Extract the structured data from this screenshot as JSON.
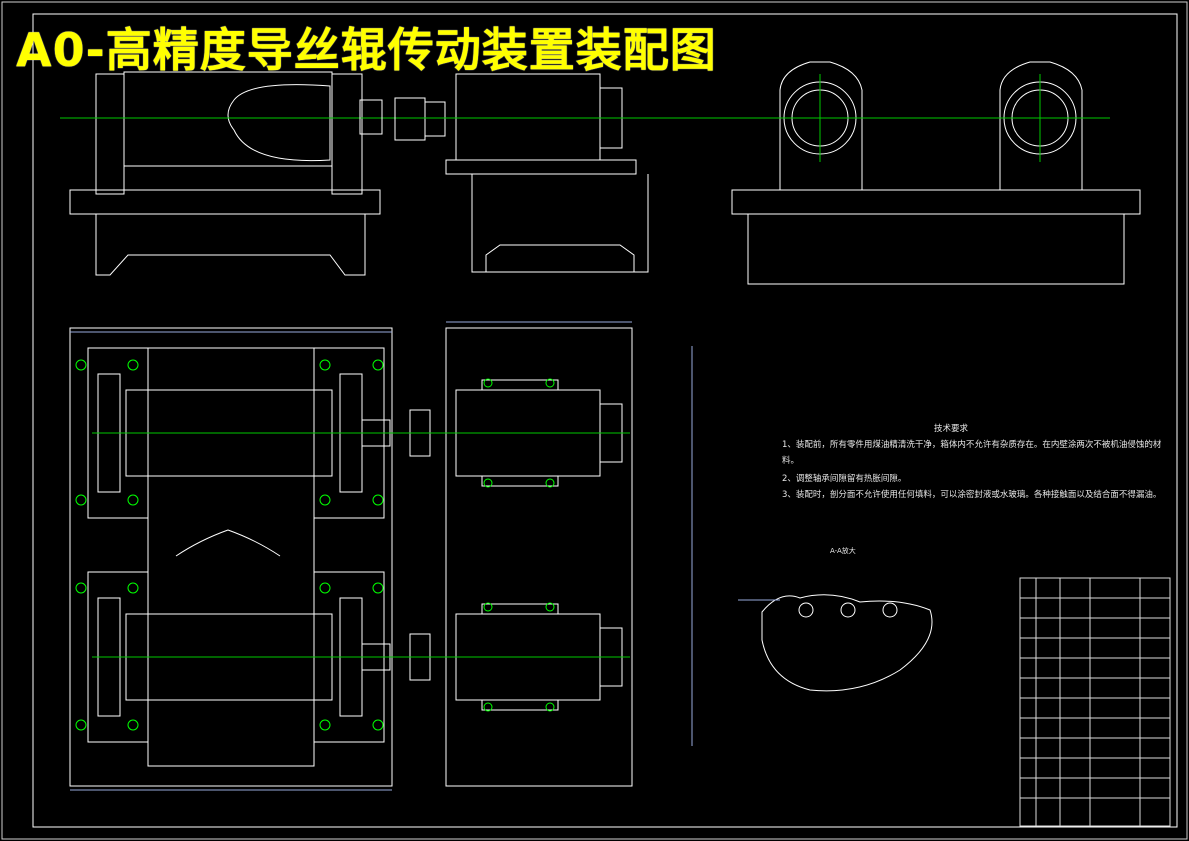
{
  "title": "A0-高精度导丝辊传动装置装配图",
  "tech_requirements": {
    "heading": "技术要求",
    "item1_line1": "1、装配前，所有零件用煤油精清洗干净，箱体内不允许有杂质存在。在内壁涂两次不被机油侵蚀的材",
    "item1_line2": "料。",
    "item2": "2、调整轴承间隙留有热胀间隙。",
    "item3": "3、装配时，剖分面不允许使用任何填料，可以涂密封液或水玻璃。各种接触面以及结合面不得漏油。"
  },
  "section_label": "A-A放大",
  "colors": {
    "frame": "#ffffff",
    "centerline": "#00c800",
    "bolt": "#00ff00",
    "dim": "#00ffff",
    "title": "#ffff00",
    "hatch": "#e0e0e0"
  }
}
